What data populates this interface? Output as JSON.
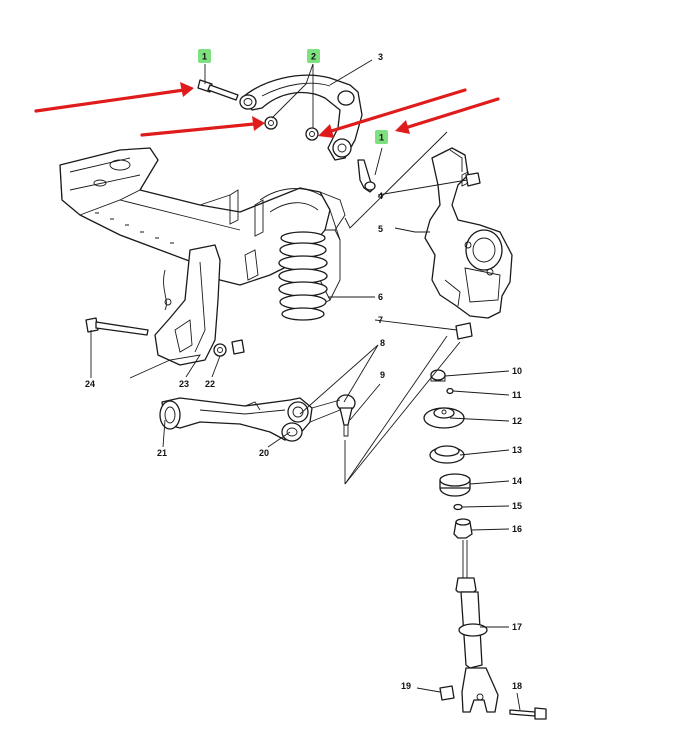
{
  "colors": {
    "callout_fill": "#7ee07e",
    "arrow": "#e01b1b",
    "line": "#1a1a1a"
  },
  "callouts": [
    {
      "id": "callout-1-left",
      "text": "1"
    },
    {
      "id": "callout-2",
      "text": "2"
    },
    {
      "id": "callout-1-right",
      "text": "1"
    }
  ],
  "labels": [
    {
      "id": "label-3",
      "text": "3"
    },
    {
      "id": "label-4",
      "text": "4"
    },
    {
      "id": "label-5",
      "text": "5"
    },
    {
      "id": "label-6",
      "text": "6"
    },
    {
      "id": "label-7",
      "text": "7"
    },
    {
      "id": "label-8",
      "text": "8"
    },
    {
      "id": "label-9",
      "text": "9"
    },
    {
      "id": "label-10",
      "text": "10"
    },
    {
      "id": "label-11",
      "text": "11"
    },
    {
      "id": "label-12",
      "text": "12"
    },
    {
      "id": "label-13",
      "text": "13"
    },
    {
      "id": "label-14",
      "text": "14"
    },
    {
      "id": "label-15",
      "text": "15"
    },
    {
      "id": "label-16",
      "text": "16"
    },
    {
      "id": "label-17",
      "text": "17"
    },
    {
      "id": "label-18",
      "text": "18"
    },
    {
      "id": "label-19",
      "text": "19"
    },
    {
      "id": "label-20",
      "text": "20"
    },
    {
      "id": "label-21",
      "text": "21"
    },
    {
      "id": "label-22",
      "text": "22"
    },
    {
      "id": "label-23",
      "text": "23"
    },
    {
      "id": "label-24",
      "text": "24"
    }
  ]
}
